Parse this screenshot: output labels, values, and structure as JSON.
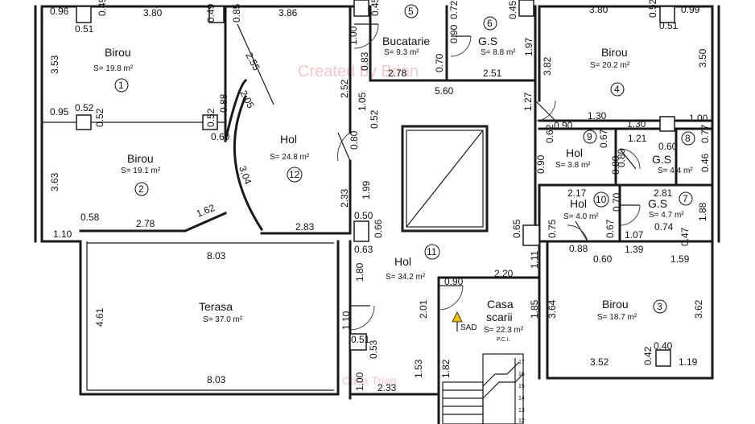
{
  "rooms": [
    {
      "name": "Birou",
      "area": "S= 19.8 m²",
      "num": "1"
    },
    {
      "name": "Birou",
      "area": "S= 19.1 m²",
      "num": "2"
    },
    {
      "name": "Birou",
      "area": "S= 18.7 m²",
      "num": "3"
    },
    {
      "name": "Birou",
      "area": "S= 20.2 m²",
      "num": "4"
    },
    {
      "name": "Bucatarie",
      "area": "S= 9.3 m²",
      "num": "5"
    },
    {
      "name": "G.S",
      "area": "S= 8.8 m²",
      "num": "6"
    },
    {
      "name": "G.S",
      "area": "S= 4.7 m²",
      "num": "7"
    },
    {
      "name": "G.S",
      "area": "S= 4.4 m²",
      "num": "8"
    },
    {
      "name": "Hol",
      "area": "S= 3.8 m²",
      "num": "9"
    },
    {
      "name": "Hol",
      "area": "S= 4.0 m²",
      "num": "10"
    },
    {
      "name": "Hol",
      "area": "S= 34.2 m²",
      "num": "11"
    },
    {
      "name": "Hol",
      "area": "S= 24.8 m²",
      "num": "12"
    },
    {
      "name": "Terasa",
      "area": "S= 37.0 m²",
      "num": ""
    },
    {
      "name": "Casa",
      "name2": "scarii",
      "area": "S= 22.3 m²",
      "num": ""
    }
  ],
  "labels": {
    "sad": "SAD",
    "pci": "P.C.I.",
    "watermark_top": "Created by Brian",
    "watermark_bottom": "Casa Trian"
  },
  "stair_numbers": [
    "12",
    "13",
    "14",
    "15",
    "16",
    "17"
  ],
  "dimensions": [
    "0.96",
    "0.49",
    "3.80",
    "0.49",
    "0.85",
    "3.86",
    "0.45",
    "0.72",
    "0.45",
    "3.80",
    "0.52",
    "0.99",
    "0.51",
    "3.53",
    "2.55",
    "1.00",
    "0.90",
    "1.97",
    "0.51",
    "3.82",
    "3.50",
    "0.83",
    "0.70",
    "2.78",
    "2.51",
    "2.05",
    "0.88",
    "2.52",
    "1.05",
    "5.60",
    "1.27",
    "0.95",
    "0.52",
    "0.52",
    "0.52",
    "0.52",
    "1.30",
    "1.00",
    "0.90",
    "1.30",
    "0.77",
    "0.60",
    "0.62",
    "0.67",
    "1.21",
    "0.60",
    "0.80",
    "0.46",
    "0.80",
    "3.63",
    "3.04",
    "1.99",
    "2.33",
    "0.90",
    "0.80",
    "1.62",
    "2.17",
    "2.81",
    "0.70",
    "0.58",
    "2.78",
    "0.50",
    "0.66",
    "2.83",
    "1.88",
    "1.10",
    "0.65",
    "0.75",
    "0.67",
    "1.07",
    "0.74",
    "0.47",
    "8.03",
    "0.63",
    "0.88",
    "0.60",
    "1.39",
    "1.59",
    "1.11",
    "1.80",
    "0.90",
    "2.20",
    "4.61",
    "2.01",
    "1.85",
    "3.64",
    "3.62",
    "1.10",
    "0.51",
    "0.53",
    "0.42",
    "0.40",
    "1.82",
    "1.53",
    "3.52",
    "1.19",
    "8.03",
    "1.00",
    "2.33"
  ]
}
